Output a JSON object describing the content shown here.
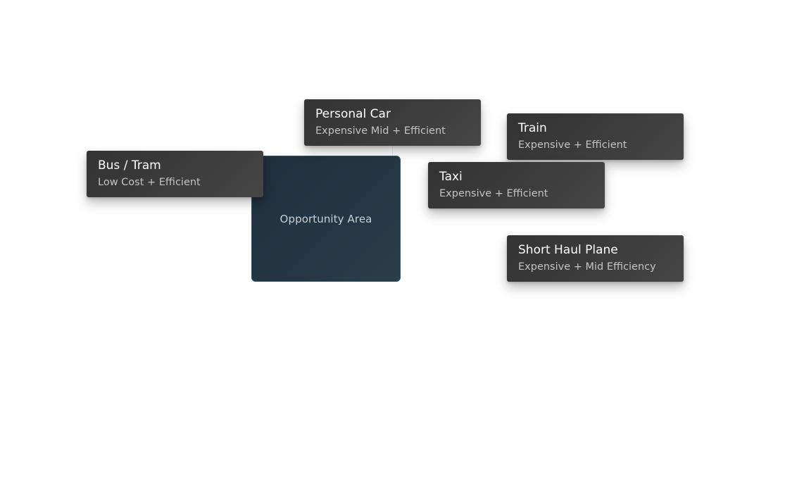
{
  "diagram": {
    "center": {
      "label": "Opportunity Area"
    },
    "cards": [
      {
        "title": "Personal Car",
        "subtitle": "Expensive Mid + Efficient"
      },
      {
        "title": "Train",
        "subtitle": "Expensive + Efficient"
      },
      {
        "title": "Bus / Tram",
        "subtitle": "Low Cost + Efficient"
      },
      {
        "title": "Taxi",
        "subtitle": "Expensive + Efficient"
      },
      {
        "title": "Short Haul Plane",
        "subtitle": "Expensive + Mid Efficiency"
      }
    ]
  },
  "colors": {
    "card_background": "#3a3a3a",
    "card_title": "#ffffff",
    "card_subtitle": "#c3c3c3",
    "area_background": "#24364a",
    "area_border": "#2f5660",
    "area_label": "#c9d0d6"
  }
}
